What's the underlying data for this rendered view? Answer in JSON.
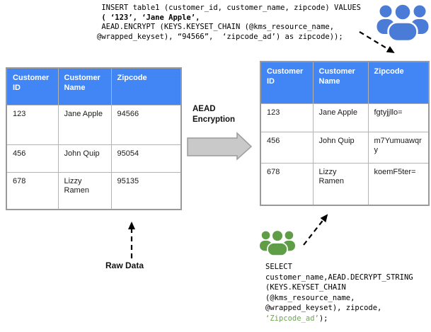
{
  "colors": {
    "table_header_bg": "#4285F4",
    "people_blue": "#4A7BD6",
    "people_green": "#5F9E47",
    "sql_green": "#69A74E",
    "arrow_gray_fill": "#C9C9C9",
    "arrow_gray_stroke": "#9B9B9B"
  },
  "insert_sql": {
    "lines": [
      " INSERT table1 (customer_id, customer_name, zipcode) VALUES",
      " ( ‘123’, ‘Jane Apple’,",
      " AEAD.ENCRYPT (KEYS.KEYSET_CHAIN (@kms_resource_name,",
      "@wrapped_keyset), “94566”,  ‘zipcode_ad’) as zipcode));"
    ]
  },
  "select_sql": {
    "lines": [
      "SELECT",
      "customer_name,AEAD.DECRYPT_STRING",
      "(KEYS.KEYSET_CHAIN",
      "(@kms_resource_name,",
      "@wrapped_keyset), zipcode,"
    ],
    "last_line_green": "‘Zipcode_ad’",
    "last_line_rest": ");"
  },
  "tables": {
    "raw": {
      "headers": [
        "Customer ID",
        "Customer Name",
        "Zipcode"
      ],
      "rows": [
        [
          "123",
          "Jane Apple",
          "94566"
        ],
        [
          "456",
          "John Quip",
          "95054"
        ],
        [
          "678",
          "Lizzy Ramen",
          "95135"
        ]
      ]
    },
    "encrypted": {
      "headers": [
        "Customer ID",
        "Customer Name",
        "Zipcode"
      ],
      "rows": [
        [
          "123",
          "Jane Apple",
          "fgtyjjllo="
        ],
        [
          "456",
          "John Quip",
          "m7Yumuawqry"
        ],
        [
          "678",
          "Lizzy Ramen",
          "koemF5ter="
        ]
      ]
    }
  },
  "transform_label": "AEAD Encryption",
  "raw_data_label": "Raw Data",
  "icons": {
    "top_right": "users-icon",
    "bottom_middle": "users-icon"
  }
}
